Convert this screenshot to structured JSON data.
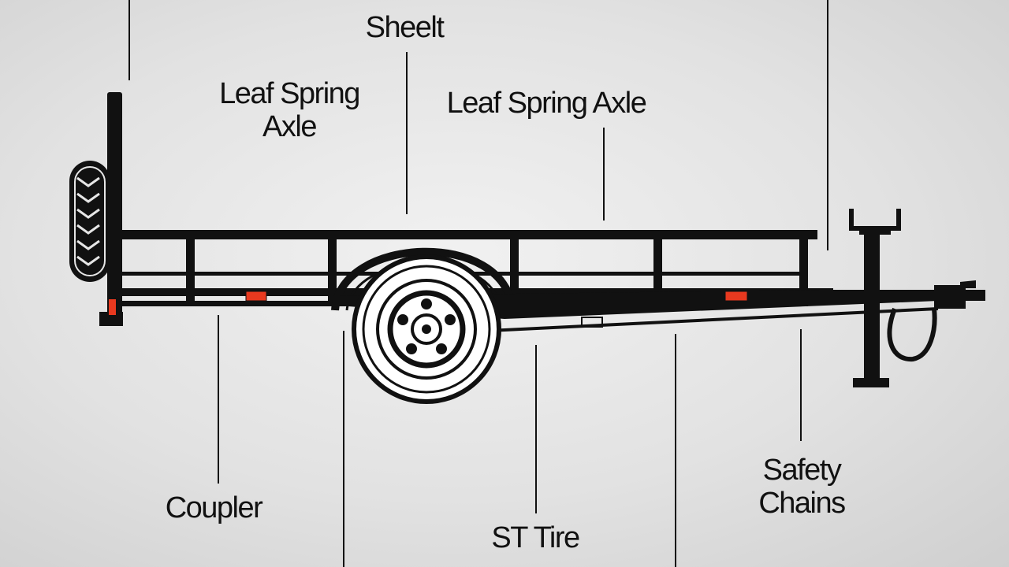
{
  "diagram": {
    "labels": {
      "sheet": "Sheelt",
      "leaf_spring_axle_left": [
        "Leaf Spring",
        "Axle"
      ],
      "leaf_spring_axle_right": "Leaf Spring Axle",
      "coupler": "Coupler",
      "st_tire": "ST Tire",
      "safety_chains": [
        "Safety",
        "Chains"
      ]
    },
    "colors": {
      "line": "#0d0d0d",
      "reflector": "#e8391f",
      "background": "#e6e6e6"
    }
  }
}
